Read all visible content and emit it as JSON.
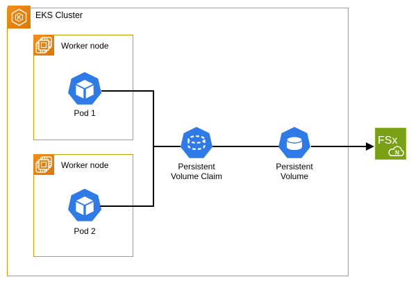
{
  "cluster": {
    "label": "EKS Cluster"
  },
  "worker_node_1": {
    "label": "Worker node",
    "pod": "Pod 1"
  },
  "worker_node_2": {
    "label": "Worker node",
    "pod": "Pod 2"
  },
  "pvc": {
    "line1": "Persistent",
    "line2": "Volume Claim"
  },
  "pv": {
    "line1": "Persistent",
    "line2": "Volume"
  },
  "fsx": {
    "label": "FSx",
    "badge": "N"
  },
  "icons": [
    "eks-cluster-icon",
    "worker-node-chip-icon",
    "kubernetes-pod-icon",
    "persistent-volume-claim-icon",
    "persistent-volume-icon",
    "fsx-netapp-ontap-icon"
  ],
  "colors": {
    "box_border_orange": "#D79B00",
    "aws_icon_orange": "#E8810D",
    "kubernetes_blue": "#2E7BE8",
    "fsx_green": "#7AA116",
    "connector_black": "#000000",
    "text_black": "#000000",
    "background": "#FFFFFF"
  }
}
